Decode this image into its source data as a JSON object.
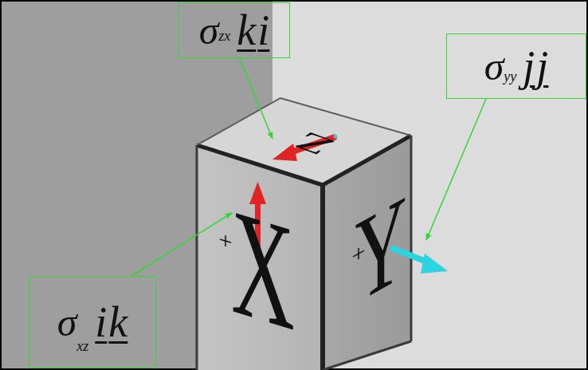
{
  "diagram": {
    "nodes": [
      {
        "text": [
          "σ",
          "zx",
          "k",
          "i"
        ]
      },
      {
        "text": [
          "σ",
          "yy",
          "j",
          "j"
        ]
      },
      {
        "text": [
          "σ",
          "xz",
          "i",
          "k"
        ]
      }
    ],
    "labels": [
      "Z",
      "+",
      "X",
      "+",
      "Y"
    ]
  }
}
